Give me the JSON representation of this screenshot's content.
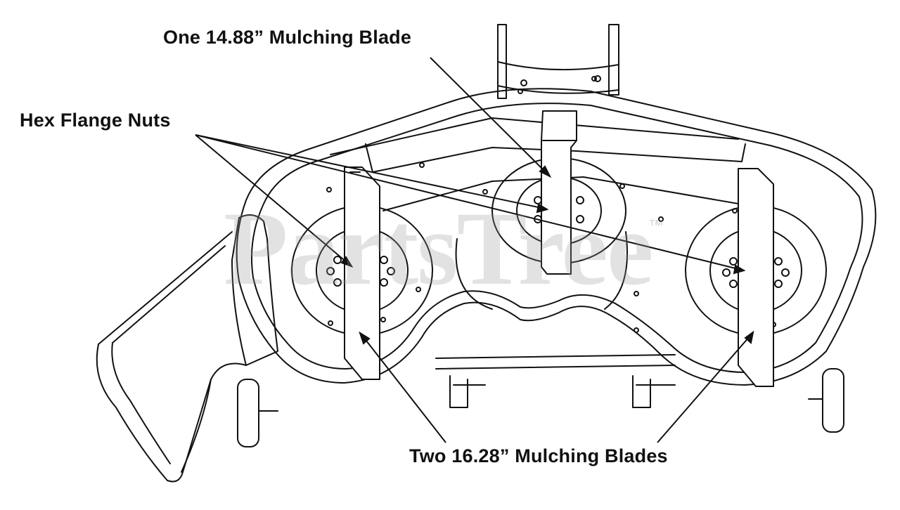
{
  "callouts": {
    "center_blade": "One 14.88” Mulching Blade",
    "hex_nuts": "Hex Flange Nuts",
    "side_blades": "Two 16.28” Mulching Blades"
  },
  "watermark": {
    "text": "PartsTree",
    "trademark": "™"
  },
  "colors": {
    "line": "#111111",
    "background": "#ffffff",
    "watermark": "#969696"
  }
}
